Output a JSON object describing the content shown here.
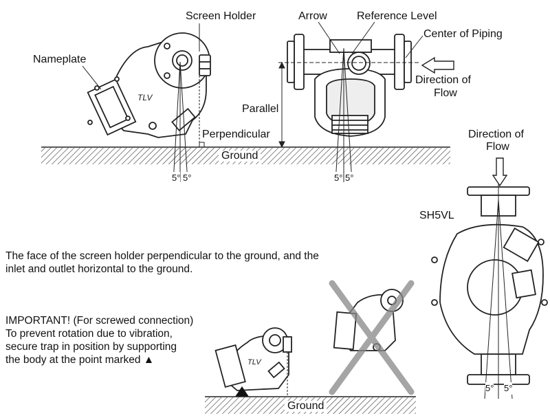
{
  "labels": {
    "screen_holder": "Screen Holder",
    "nameplate": "Nameplate",
    "arrow": "Arrow",
    "reference_level": "Reference Level",
    "center_of_piping": "Center of Piping",
    "direction_of_flow_1": "Direction of",
    "direction_of_flow_1b": "Flow",
    "parallel": "Parallel",
    "perpendicular": "Perpendicular",
    "ground_1": "Ground",
    "ground_2": "Ground",
    "angle_left_1": "5°",
    "angle_right_1": "5°",
    "angle_left_2": "5°",
    "angle_right_2": "5°",
    "direction_of_flow_2": "Direction of",
    "direction_of_flow_2b": "Flow",
    "model": "SH5VL",
    "angle_left_3": "5°",
    "angle_right_3": "5°",
    "brand_1": "TLV",
    "brand_2": "TLV"
  },
  "notes": {
    "instruction_line1": "The face of the screen holder perpendicular to the ground, and the",
    "instruction_line2": "inlet and outlet horizontal to the ground.",
    "important_line1": "IMPORTANT! (For screwed connection)",
    "important_line2": "To prevent rotation due to vibration,",
    "important_line3": "secure trap in position by supporting",
    "important_line4": "the body at the point marked ▲"
  }
}
